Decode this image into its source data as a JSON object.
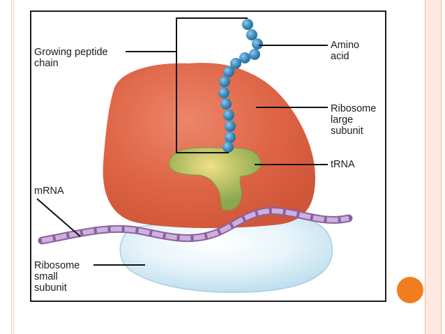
{
  "figure": {
    "labels": {
      "growing_peptide_chain": "Growing peptide\nchain",
      "amino_acid": "Amino\nacid",
      "ribosome_large_subunit": "Ribosome\nlarge\nsubunit",
      "trna": "tRNA",
      "mrna": "mRNA",
      "ribosome_small_subunit": "Ribosome\nsmall\nsubunit"
    }
  },
  "colors": {
    "large_subunit": "#de6446",
    "small_subunit": "#cfe9f4",
    "trna": "#96b156",
    "amino_acid": "#4293c2",
    "mrna": "#a679ba",
    "accent_dot": "#f07d1e",
    "slide_border": "#f0b8a4"
  }
}
